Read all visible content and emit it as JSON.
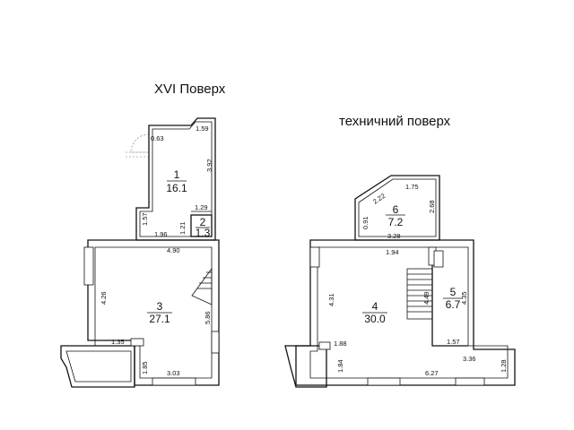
{
  "plans": {
    "left": {
      "title": "XVI Поверх",
      "rooms": [
        {
          "number": "1",
          "area": "16.1"
        },
        {
          "number": "2",
          "area": "1.3"
        },
        {
          "number": "3",
          "area": "27.1"
        }
      ],
      "dimensions": [
        "0.63",
        "1.59",
        "3.92",
        "1.29",
        "1.57",
        "1.21",
        "1.96",
        "4.90",
        "4.26",
        "5.86",
        "1.35",
        "1.85",
        "3.03"
      ]
    },
    "right": {
      "title": "техничний поверх",
      "rooms": [
        {
          "number": "6",
          "area": "7.2"
        },
        {
          "number": "4",
          "area": "30.0"
        },
        {
          "number": "5",
          "area": "6.7"
        }
      ],
      "dimensions": [
        "2.22",
        "1.75",
        "0.91",
        "2.68",
        "3.28",
        "1.94",
        "4.31",
        "4.49",
        "4.35",
        "1.88",
        "1.84",
        "1.57",
        "3.36",
        "1.28",
        "6.27"
      ]
    }
  }
}
